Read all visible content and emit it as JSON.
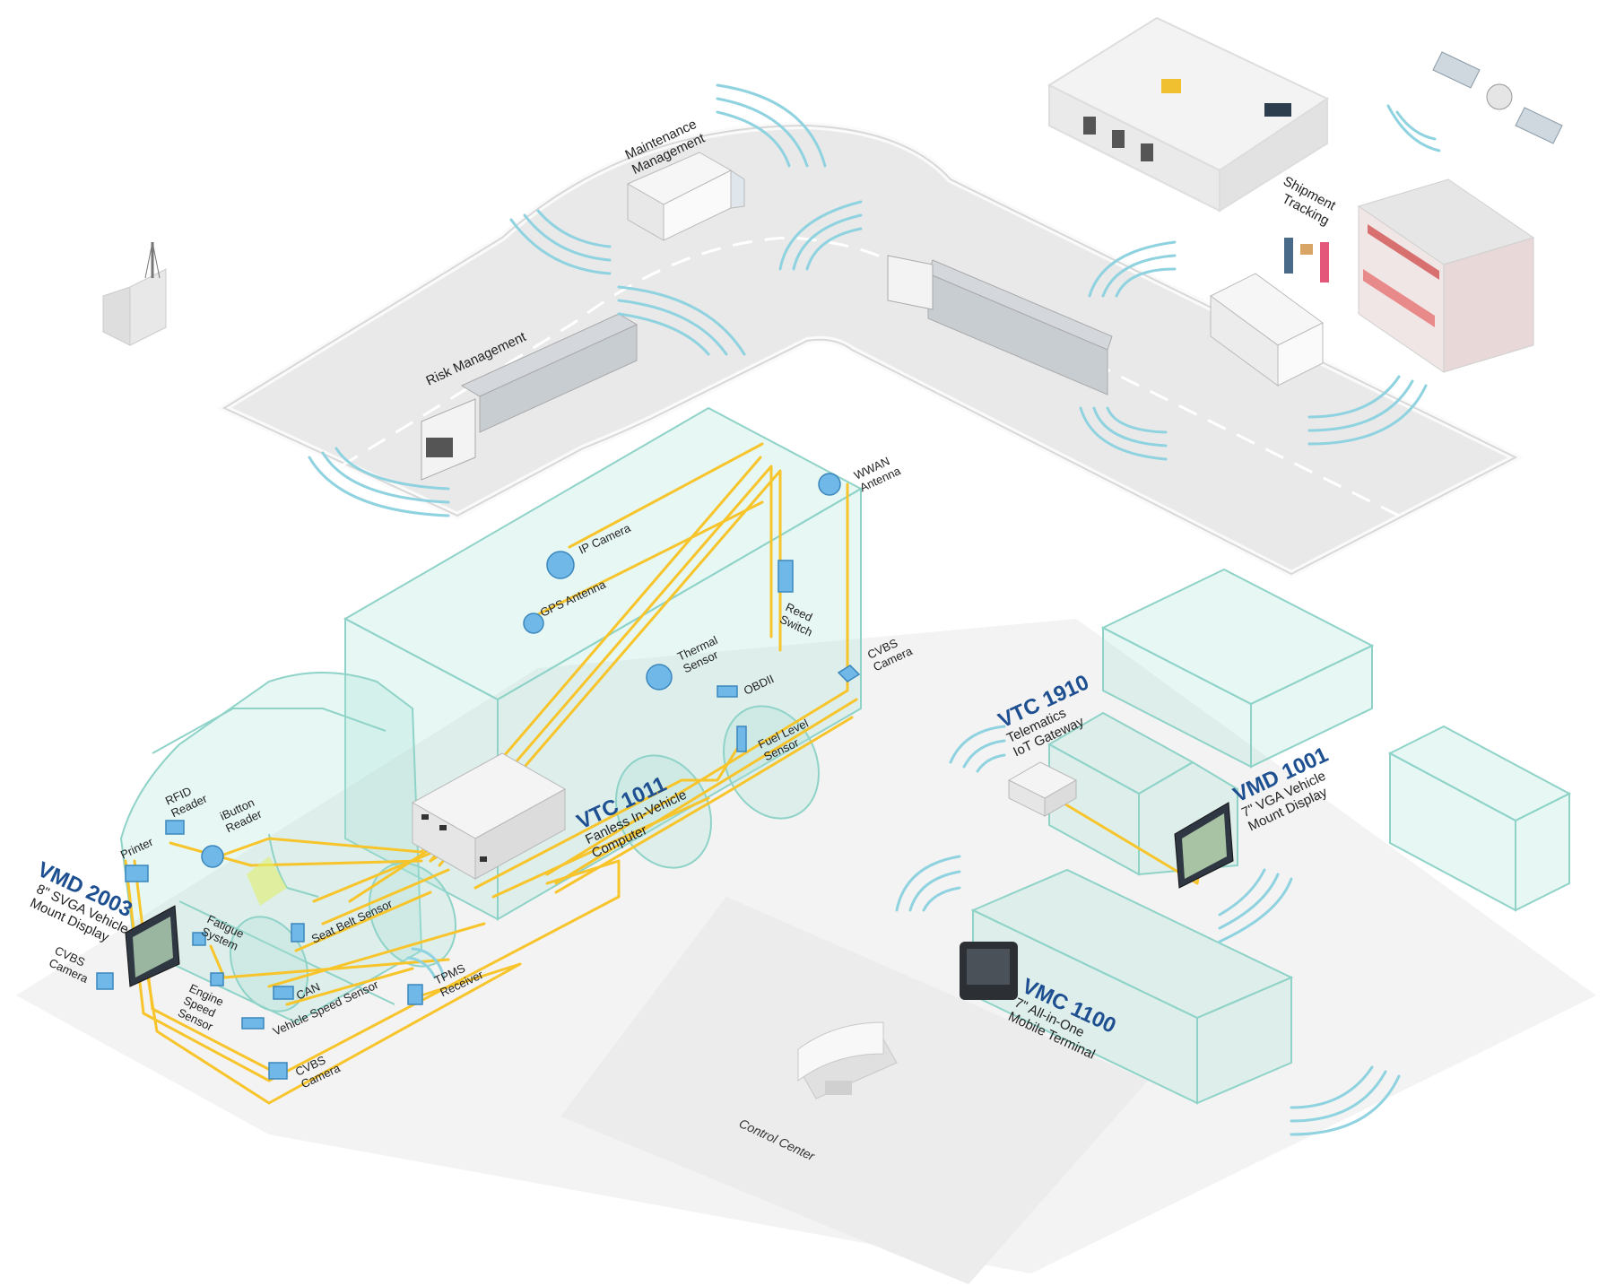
{
  "road_labels": {
    "maintenance": [
      "Maintenance",
      "Management"
    ],
    "risk": "Risk Management",
    "shipment": [
      "Shipment",
      "Tracking"
    ]
  },
  "truck_components": {
    "wwan_antenna": [
      "WWAN",
      "Antenna"
    ],
    "ip_camera": "IP Camera",
    "gps_antenna": "GPS Antenna",
    "reed_switch": [
      "Reed",
      "Switch"
    ],
    "thermal_sensor": [
      "Thermal",
      "Sensor"
    ],
    "obdii": "OBDII",
    "cvbs_camera_rear": [
      "CVBS",
      "Camera"
    ],
    "fuel_level_sensor": [
      "Fuel Level",
      "Sensor"
    ],
    "rfid_reader": [
      "RFID",
      "Reader"
    ],
    "ibutton_reader": [
      "iButton",
      "Reader"
    ],
    "printer": "Printer",
    "fatigue_system": [
      "Fatigue",
      "System"
    ],
    "seat_belt_sensor": "Seat Belt Sensor",
    "can": "CAN",
    "vehicle_speed_sensor": "Vehicle Speed Sensor",
    "tpms_receiver": [
      "TPMS",
      "Receiver"
    ],
    "engine_speed_sensor": [
      "Engine",
      "Speed",
      "Sensor"
    ],
    "cvbs_camera_bottom": [
      "CVBS",
      "Camera"
    ],
    "cvbs_camera_left": [
      "CVBS",
      "Camera"
    ]
  },
  "products": {
    "vtc1011": {
      "name": "VTC 1011",
      "desc": [
        "Fanless In-Vehicle",
        "Computer"
      ]
    },
    "vmd2003": {
      "name": "VMD 2003",
      "desc": [
        "8\" SVGA Vehicle",
        "Mount Display"
      ]
    },
    "vtc1910": {
      "name": "VTC 1910",
      "desc": [
        "Telematics",
        "IoT Gateway"
      ]
    },
    "vmd1001": {
      "name": "VMD 1001",
      "desc": [
        "7\" VGA Vehicle",
        "Mount Display"
      ]
    },
    "vmc1100": {
      "name": "VMC 1100",
      "desc": [
        "7\" All-in-One",
        "Mobile Terminal"
      ]
    }
  },
  "control_center": "Control Center",
  "colors": {
    "wire": "#f7c52b",
    "ghost": "#8fd3c8",
    "waves": "#8fd2e0",
    "product_title": "#1d4f91"
  }
}
